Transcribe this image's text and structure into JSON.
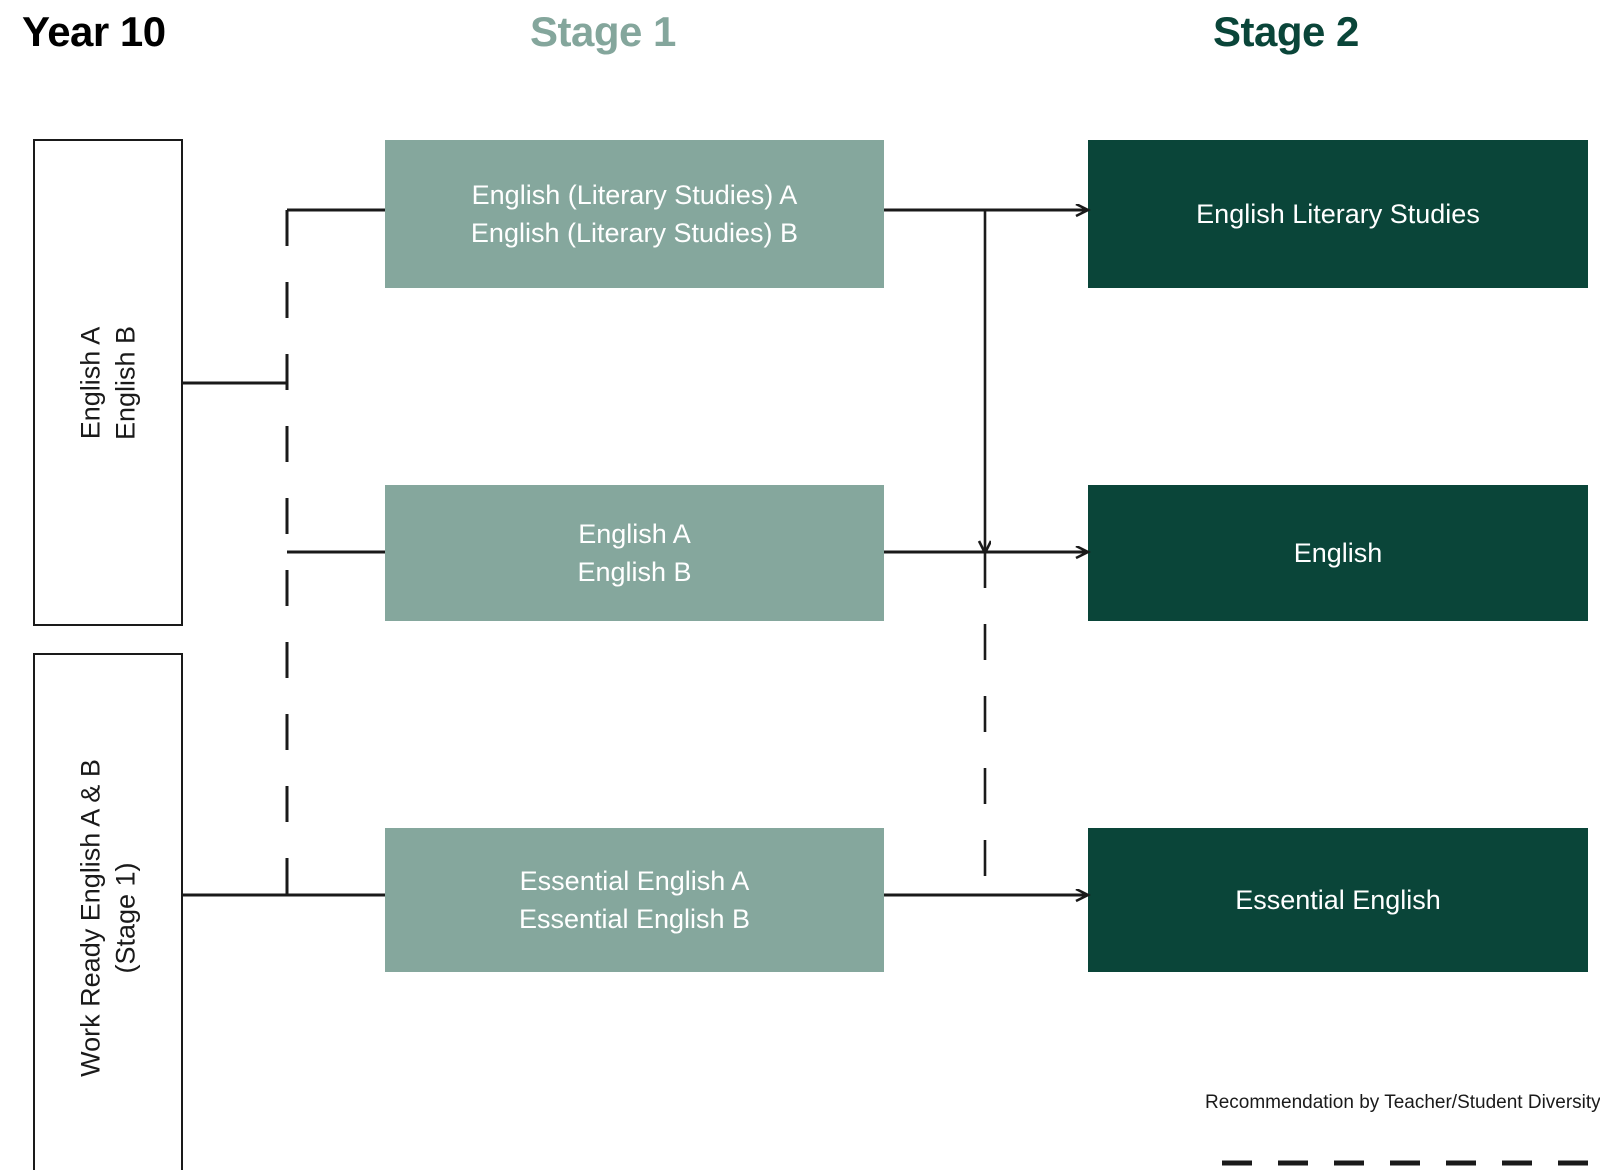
{
  "headers": {
    "year10": "Year 10",
    "stage1": "Stage 1",
    "stage2": "Stage 2"
  },
  "colors": {
    "stage1_box": "#85a79d",
    "stage2_box": "#0a4539",
    "stage1_heading": "#84a69c",
    "stage2_heading": "#0a4539",
    "line": "#1a1a1a",
    "box_text": "#ffffff",
    "background": "#ffffff"
  },
  "year10_boxes": [
    {
      "line1": "English A",
      "line2": "English B"
    },
    {
      "line1": "Work Ready English A & B",
      "line2": "(Stage 1)"
    }
  ],
  "stage1_boxes": [
    {
      "line1": "English (Literary Studies) A",
      "line2": "English (Literary Studies) B"
    },
    {
      "line1": "English A",
      "line2": "English B"
    },
    {
      "line1": "Essential English A",
      "line2": "Essential English B"
    }
  ],
  "stage2_boxes": [
    {
      "label": "English Literary Studies"
    },
    {
      "label": "English"
    },
    {
      "label": "Essential English"
    }
  ],
  "legend": {
    "note": "Recommendation by Teacher/Student Diversity"
  },
  "chart_data": {
    "type": "diagram",
    "title": "English subject pathways: Year 10 to Stage 1 to Stage 2",
    "columns": [
      "Year 10",
      "Stage 1",
      "Stage 2"
    ],
    "nodes": [
      {
        "id": "y10-english",
        "column": "Year 10",
        "label": "English A / English B"
      },
      {
        "id": "y10-workready",
        "column": "Year 10",
        "label": "Work Ready English A & B (Stage 1)"
      },
      {
        "id": "s1-lit",
        "column": "Stage 1",
        "label": "English (Literary Studies) A / English (Literary Studies) B"
      },
      {
        "id": "s1-eng",
        "column": "Stage 1",
        "label": "English A / English B"
      },
      {
        "id": "s1-ess",
        "column": "Stage 1",
        "label": "Essential English A / Essential English B"
      },
      {
        "id": "s2-lit",
        "column": "Stage 2",
        "label": "English Literary Studies"
      },
      {
        "id": "s2-eng",
        "column": "Stage 2",
        "label": "English"
      },
      {
        "id": "s2-ess",
        "column": "Stage 2",
        "label": "Essential English"
      }
    ],
    "edges": [
      {
        "from": "y10-english",
        "to": "s1-lit",
        "style": "dashed-branch"
      },
      {
        "from": "y10-english",
        "to": "s1-eng",
        "style": "solid"
      },
      {
        "from": "y10-workready",
        "to": "s1-ess",
        "style": "solid"
      },
      {
        "from": "s1-lit",
        "to": "s2-lit",
        "style": "solid-arrow"
      },
      {
        "from": "s1-lit",
        "to": "s2-eng",
        "style": "solid-arrow-down"
      },
      {
        "from": "s1-eng",
        "to": "s2-eng",
        "style": "solid-arrow"
      },
      {
        "from": "s1-ess",
        "to": "s2-ess",
        "style": "solid-arrow"
      }
    ],
    "legend": [
      {
        "style": "dashed",
        "label": "Recommendation by Teacher/Student Diversity"
      }
    ]
  }
}
